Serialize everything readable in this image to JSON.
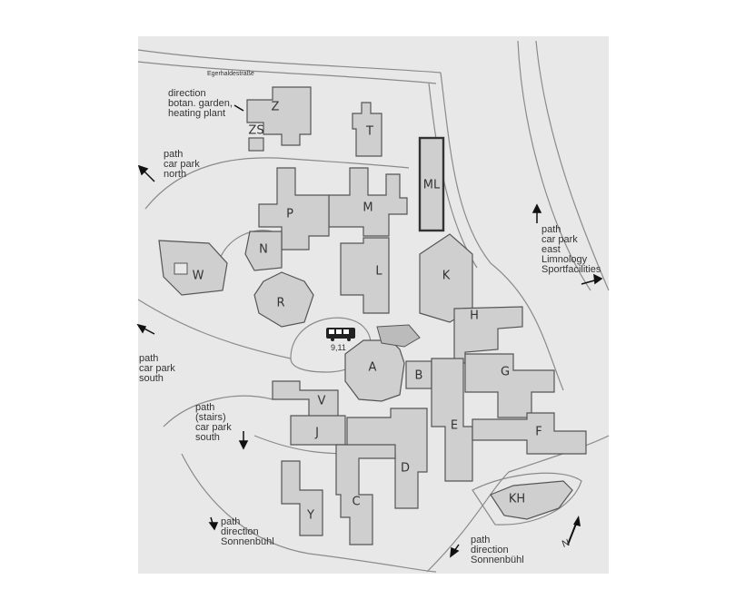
{
  "colors": {
    "background": "#e8e8e8",
    "building": "#cfcfcf",
    "outline": "#555555",
    "road": "#8a8a8a"
  },
  "street": "Egerhaldestraße",
  "buildings": [
    "Z",
    "ZS",
    "T",
    "ML",
    "M",
    "P",
    "N",
    "W",
    "R",
    "L",
    "K",
    "H",
    "A",
    "B",
    "G",
    "V",
    "J",
    "E",
    "F",
    "D",
    "C",
    "Y",
    "KH"
  ],
  "bus": {
    "lines": "9,11",
    "icon": "bus-icon"
  },
  "directions": {
    "botan": [
      "direction",
      "botan. garden,",
      "heating plant"
    ],
    "north": [
      "path",
      "car park",
      "north"
    ],
    "east": [
      "path",
      "car park",
      "east",
      "Limnology",
      "Sportfacilities"
    ],
    "south": [
      "path",
      "car park",
      "south"
    ],
    "stairs": [
      "path",
      "(stairs)",
      "car park",
      "south"
    ],
    "sonnen_left": [
      "path",
      "direction",
      "Sonnenbühl"
    ],
    "sonnen_right": [
      "path",
      "direction",
      "Sonnenbühl"
    ]
  },
  "compass": {
    "letter": "N"
  }
}
